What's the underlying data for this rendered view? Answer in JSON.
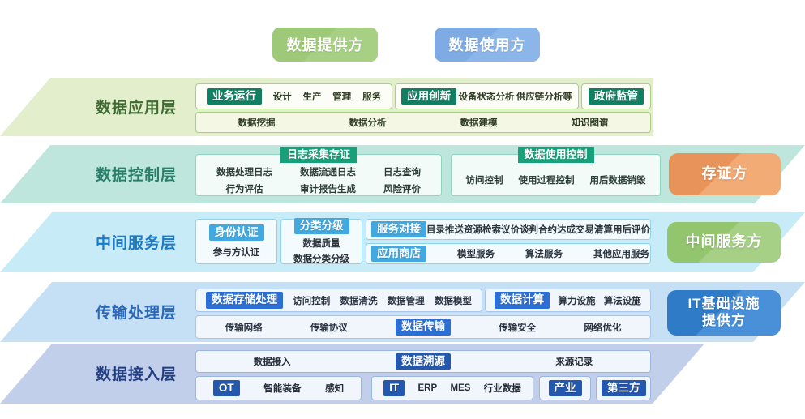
{
  "top_roles": [
    {
      "name": "data-provider-pill",
      "label": "数据提供方",
      "color": "#9dc978"
    },
    {
      "name": "data-consumer-pill",
      "label": "数据使用方",
      "color": "#7fabe4"
    }
  ],
  "layers": [
    {
      "id": "application",
      "label": "数据应用层",
      "band_color": "#e3eecd",
      "label_color": "#3f6b33",
      "accent": "#127f63",
      "side_role": null,
      "rows": [
        {
          "boxes": [
            {
              "name": "business-operations-box",
              "chips": [
                "业务运行"
              ],
              "tags": [
                "设计",
                "生产",
                "管理",
                "服务"
              ]
            },
            {
              "name": "application-innovation-box",
              "chips": [
                "应用创新"
              ],
              "tags": [
                "设备状态分析",
                "供应链分析等"
              ]
            },
            {
              "name": "government-supervision-box",
              "chips": [
                "政府监管"
              ],
              "tags": []
            }
          ]
        },
        {
          "boxes": [
            {
              "name": "data-capability-box",
              "chips": [],
              "tags": [
                "数据挖掘",
                "数据分析",
                "数据建模",
                "知识图谱"
              ]
            }
          ]
        }
      ]
    },
    {
      "id": "control",
      "label": "数据控制层",
      "band_color": "#bfe6dc",
      "label_color": "#2a7f6b",
      "accent": "#17a07a",
      "side_role": {
        "name": "evidence-party-pill",
        "label": "存证方",
        "color": "#ef9f5f"
      },
      "fieldsets": [
        {
          "name": "log-collection-evidence-fieldset",
          "legend": "日志采集存证",
          "columns": [
            [
              "数据处理日志",
              "行为评估"
            ],
            [
              "数据流通日志",
              "审计报告生成"
            ],
            [
              "日志查询",
              "风险评价"
            ]
          ]
        },
        {
          "name": "data-usage-control-fieldset",
          "legend": "数据使用控制",
          "columns": [
            [
              "访问控制"
            ],
            [
              "使用过程控制"
            ],
            [
              "用后数据销毁"
            ]
          ]
        }
      ]
    },
    {
      "id": "middle-service",
      "label": "中间服务层",
      "band_color": "#c8ecf7",
      "label_color": "#1a79c8",
      "accent": "#41a8e0",
      "side_role": {
        "name": "middle-service-party-pill",
        "label": "中间服务方",
        "color": "#9dc978"
      },
      "columns": [
        {
          "name": "identity-auth-box",
          "chips": [
            "身份认证"
          ],
          "tags": [
            "参与方认证"
          ]
        },
        {
          "name": "classification-grading-box",
          "chips": [
            "分类分级"
          ],
          "tags": [
            "数据质量",
            "数据分类分级"
          ]
        }
      ],
      "stacked": [
        {
          "name": "service-docking-box",
          "chips": [
            "服务对接"
          ],
          "tags": [
            "目录推送",
            "资源检索",
            "议价谈判",
            "合约达成",
            "交易清算",
            "用后评价"
          ]
        },
        {
          "name": "app-store-box",
          "chips": [
            "应用商店"
          ],
          "tags": [
            "模型服务",
            "算法服务",
            "其他应用服务"
          ]
        }
      ]
    },
    {
      "id": "transmission",
      "label": "传输处理层",
      "band_color": "#c5e0f5",
      "label_color": "#2b68b8",
      "accent": "#2b6fd6",
      "side_role": {
        "name": "it-infrastructure-provider-pill",
        "label": "IT基础设施\n提供方",
        "color": "#3c84cf"
      },
      "rows": [
        {
          "boxes": [
            {
              "name": "data-storage-processing-box",
              "chips": [
                "数据存储处理"
              ],
              "tags": [
                "访问控制",
                "数据清洗",
                "数据管理",
                "数据模型"
              ]
            },
            {
              "name": "data-computation-box",
              "chips": [
                "数据计算"
              ],
              "tags": [
                "算力设施",
                "算法设施"
              ]
            }
          ]
        },
        {
          "boxes": [
            {
              "name": "transmission-base-box",
              "chips": [
                "数据传输"
              ],
              "tags": [
                "传输网络",
                "传输协议",
                "传输安全",
                "网络优化"
              ]
            }
          ]
        }
      ]
    },
    {
      "id": "access",
      "label": "数据接入层",
      "band_color": "#c2cfeb",
      "label_color": "#233f84",
      "accent": "#2457ae",
      "side_role": null,
      "rows": [
        {
          "boxes": [
            {
              "name": "data-access-box",
              "chips": [
                "数据溯源"
              ],
              "tags": [
                "数据接入",
                "来源记录"
              ]
            }
          ]
        },
        {
          "boxes": [
            {
              "name": "ot-source-box",
              "chips": [
                "OT"
              ],
              "tags": [
                "智能装备",
                "感知"
              ]
            },
            {
              "name": "it-source-box",
              "chips": [
                "IT"
              ],
              "tags": [
                "ERP",
                "MES",
                "行业数据"
              ]
            },
            {
              "name": "industry-source-box",
              "chips": [
                "产业"
              ],
              "tags": []
            },
            {
              "name": "third-party-source-box",
              "chips": [
                "第三方"
              ],
              "tags": []
            }
          ]
        }
      ]
    }
  ]
}
